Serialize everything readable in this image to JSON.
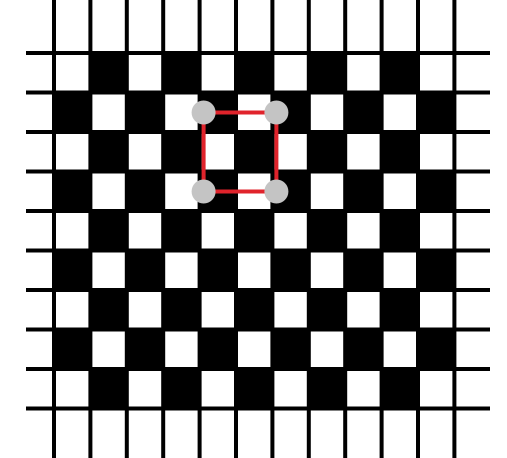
{
  "illusion": {
    "columns": 11,
    "rows": 9,
    "background_color": "#ffffff",
    "cell_dark_color": "#000000",
    "cell_light_color": "#ffffff",
    "grid_line_color": "#000000"
  },
  "highlight": {
    "square_color": "#e0232b",
    "dot_color": "#c4c4c4",
    "corner_cells": [
      [
        4,
        1
      ],
      [
        6,
        1
      ],
      [
        4,
        3
      ],
      [
        6,
        3
      ]
    ]
  }
}
